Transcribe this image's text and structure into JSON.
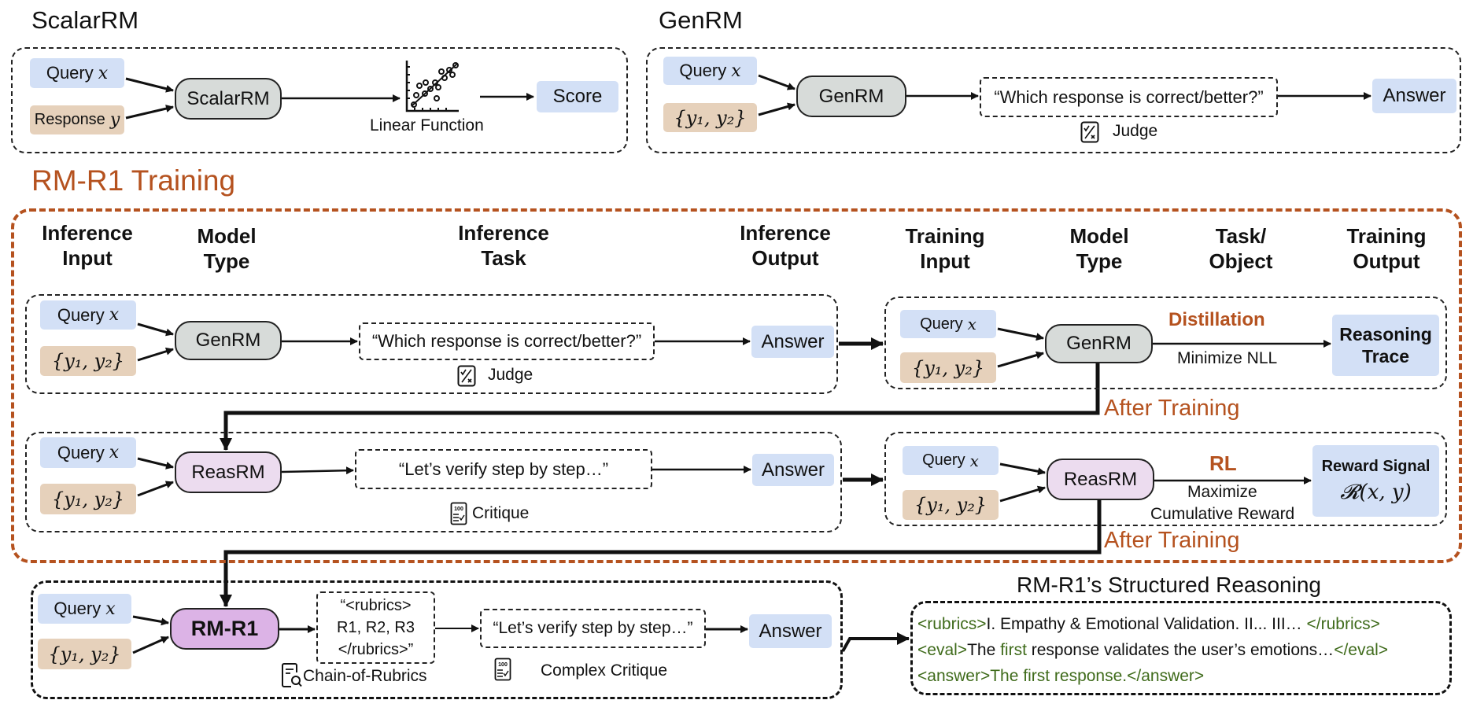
{
  "scalar_section": {
    "title": "ScalarRM",
    "query_label": "Query",
    "query_var": "x",
    "response_label": "Response",
    "response_var": "y",
    "model": "ScalarRM",
    "function_label": "Linear Function",
    "output": "Score"
  },
  "genrm_section": {
    "title": "GenRM",
    "query_label": "Query",
    "query_var": "x",
    "responses": "{y₁, y₂}",
    "model": "GenRM",
    "task_prompt": "“Which response is correct/better?”",
    "task_label": "Judge",
    "output": "Answer"
  },
  "training": {
    "title": "RM-R1 Training",
    "headers": [
      {
        "line1": "Inference",
        "line2": "Input"
      },
      {
        "line1": "Model",
        "line2": "Type"
      },
      {
        "line1": "Inference",
        "line2": "Task"
      },
      {
        "line1": "Inference",
        "line2": "Output"
      },
      {
        "line1": "Training",
        "line2": "Input"
      },
      {
        "line1": "Model",
        "line2": "Type"
      },
      {
        "line1": "Task/",
        "line2": "Object"
      },
      {
        "line1": "Training",
        "line2": "Output"
      }
    ],
    "row1": {
      "inference": {
        "query_label": "Query",
        "query_var": "x",
        "responses": "{y₁, y₂}",
        "model": "GenRM",
        "task_prompt": "“Which response is correct/better?”",
        "task_label": "Judge",
        "output": "Answer"
      },
      "training": {
        "query_label": "Query",
        "query_var": "x",
        "responses": "{y₁, y₂}",
        "model": "GenRM",
        "method": "Distillation",
        "objective": "Minimize NLL",
        "output_line1": "Reasoning",
        "output_line2": "Trace"
      },
      "after_label": "After Training"
    },
    "row2": {
      "inference": {
        "query_label": "Query",
        "query_var": "x",
        "responses": "{y₁, y₂}",
        "model": "ReasRM",
        "task_prompt": "“Let’s verify step by step…”",
        "task_label": "Critique",
        "output": "Answer"
      },
      "training": {
        "query_label": "Query",
        "query_var": "x",
        "responses": "{y₁, y₂}",
        "model": "ReasRM",
        "method": "RL",
        "objective_line1": "Maximize",
        "objective_line2": "Cumulative Reward",
        "output_line1": "Reward Signal",
        "output_line2": "𝓡(x, y)"
      },
      "after_label": "After Training"
    }
  },
  "rmr1": {
    "query_label": "Query",
    "query_var": "x",
    "responses": "{y₁, y₂}",
    "model": "RM-R1",
    "rubrics_line1": "“<rubrics>",
    "rubrics_line2": "R1, R2, R3",
    "rubrics_line3": "</rubrics>”",
    "rubrics_label": "Chain-of-Rubrics",
    "critique_prompt": "“Let’s verify step by step…”",
    "critique_label": "Complex Critique",
    "output": "Answer"
  },
  "structured": {
    "title": "RM-R1’s Structured Reasoning",
    "line1": {
      "open": "<rubrics>",
      "text": "I. Empathy & Emotional Validation.  II...  III… ",
      "close": "</rubrics>"
    },
    "line2": {
      "open": "<eval>",
      "text_a": "The ",
      "highlight": "first",
      "text_b": " response validates the user’s emotions…",
      "close": "</eval>"
    },
    "line3": {
      "text": "<answer>The first response.</answer>"
    }
  },
  "colors": {
    "query_fill": "#d3e0f6",
    "response_fill": "#e6d1bb",
    "genrm_fill": "#d7dbd9",
    "reasrm_fill": "#ecdcef",
    "rmr1_fill": "#dcb3e6",
    "accent_orange": "#b5521f",
    "tag_green": "#3f6b1b"
  }
}
